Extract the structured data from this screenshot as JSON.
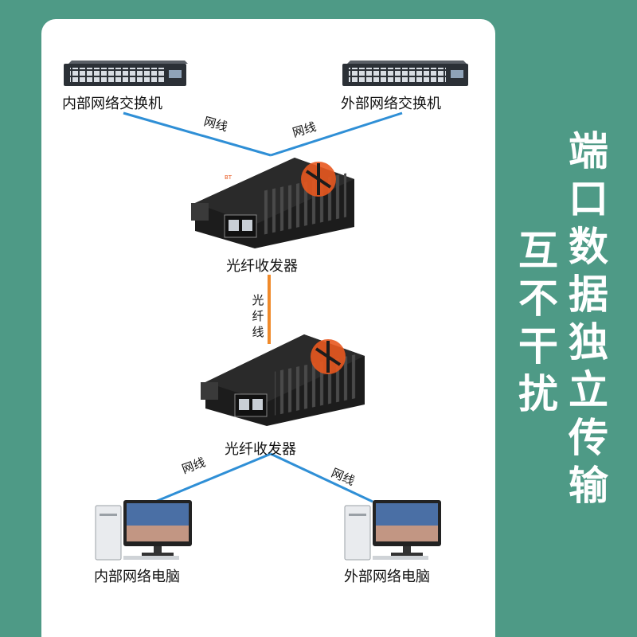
{
  "labels": {
    "internal_switch": "内部网络交换机",
    "external_switch": "外部网络交换机",
    "converter_top": "光纤收发器",
    "converter_bottom": "光纤收发器",
    "internal_pc": "内部网络电脑",
    "external_pc": "外部网络电脑"
  },
  "wires": {
    "cable_top_left": "网线",
    "cable_top_right": "网线",
    "fiber": "光纤线",
    "cable_bottom_left": "网线",
    "cable_bottom_right": "网线"
  },
  "side_text": {
    "right_column": "端口数据独立传输",
    "left_column": "互不干扰"
  },
  "colors": {
    "background": "#4e9a86",
    "cable": "#2f8fd6",
    "fiber": "#f08a2a",
    "device_body": "#1c1c1c",
    "accent": "#e8581f"
  }
}
